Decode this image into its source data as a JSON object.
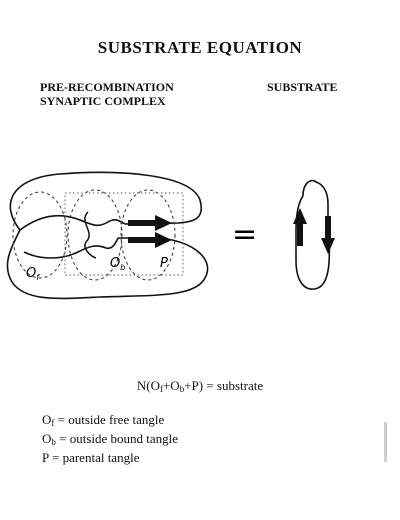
{
  "title": "SUBSTRATE EQUATION",
  "headings": {
    "left_line1": "PRE-RECOMBINATION",
    "left_line2": "SYNAPTIC COMPLEX",
    "right": "SUBSTRATE"
  },
  "diagram": {
    "labels": {
      "of_main": "O",
      "of_sub": "f",
      "ob_main": "O",
      "ob_sub": "b",
      "p": "P"
    },
    "equals": "="
  },
  "equation": {
    "prefix": "N(O",
    "sub1": "f",
    "plus1": "+O",
    "sub2": "b",
    "suffix": "+P)",
    "rhs": " =  substrate"
  },
  "legend": [
    {
      "sym": "O",
      "sub": "f",
      "text": " =  outside  free  tangle"
    },
    {
      "sym": "O",
      "sub": "b",
      "text": " =  outside  bound  tangle"
    },
    {
      "sym": "P",
      "sub": "",
      "text": " =  parental  tangle"
    }
  ],
  "icons": [
    "arrow-right-icon",
    "arrow-up-icon",
    "arrow-down-icon"
  ]
}
